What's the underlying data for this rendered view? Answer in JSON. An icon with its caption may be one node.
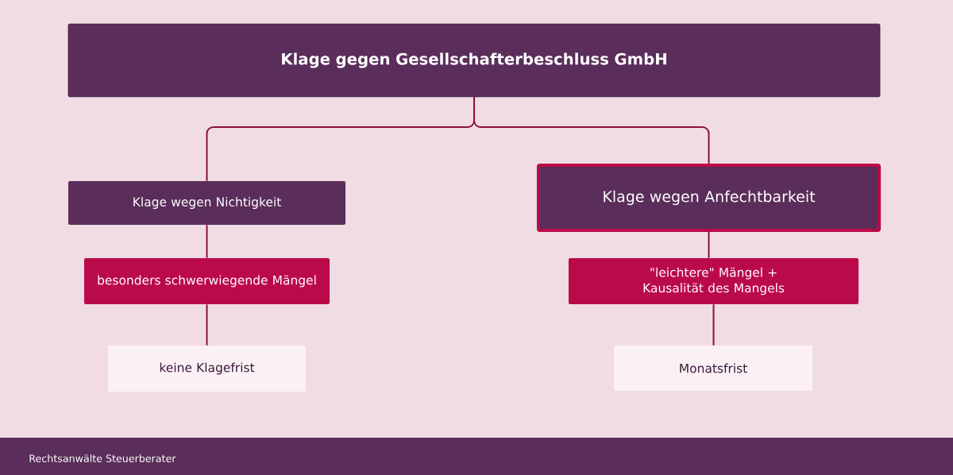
{
  "diagram": {
    "nodes": [
      {
        "text": [
          "Klage gegen Gesellschafterbeschluss GmbH"
        ]
      },
      {
        "text": [
          "Klage wegen Nichtigkeit"
        ]
      },
      {
        "text": [
          "Klage wegen Anfechtbarkeit"
        ]
      },
      {
        "text": [
          "besonders schwerwiegende Mängel"
        ]
      },
      {
        "text": [
          "keine Klagefrist"
        ]
      },
      {
        "text": [
          "\"leichtere\" Mängel + Kausalität des Mangels"
        ]
      },
      {
        "text": [
          "Monatsfrist"
        ]
      }
    ],
    "edges": [
      {
        "from": 0,
        "to": 1,
        "arrow": "none"
      },
      {
        "from": 0,
        "to": 2,
        "arrow": "none"
      },
      {
        "from": 1,
        "to": 3,
        "arrow": "none"
      },
      {
        "from": 3,
        "to": 4,
        "arrow": "none"
      },
      {
        "from": 2,
        "to": 5,
        "arrow": "none"
      },
      {
        "from": 5,
        "to": 6,
        "arrow": "none"
      }
    ],
    "labels": [
      "Rechtsanwälte Steuerberater"
    ]
  }
}
